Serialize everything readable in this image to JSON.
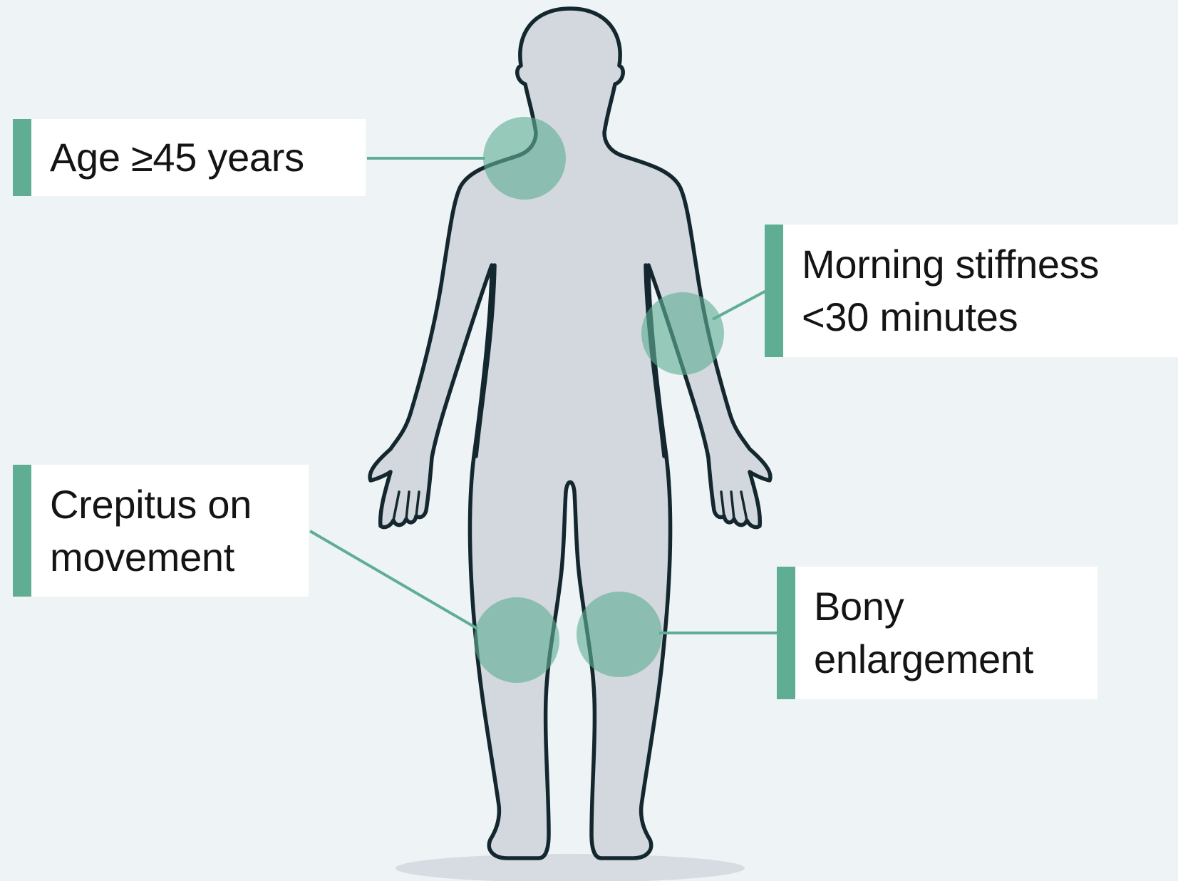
{
  "diagram": {
    "callouts": [
      {
        "id": "age",
        "label": "Age ≥45 years"
      },
      {
        "id": "stiffness",
        "label": "Morning stiffness\n<30 minutes"
      },
      {
        "id": "crepitus",
        "label": "Crepitus on\nmovement"
      },
      {
        "id": "bony",
        "label": "Bony\nenlargement"
      }
    ],
    "icons": {
      "figure": "human-body-silhouette",
      "highlight": "joint-highlight-circle"
    },
    "colors": {
      "background": "#eef3f6",
      "body_fill": "#d2d8dd",
      "body_outline": "#14272f",
      "accent": "#5fae94",
      "highlight": "#5fae94",
      "callout_bg": "#ffffff",
      "text": "#141414"
    }
  }
}
